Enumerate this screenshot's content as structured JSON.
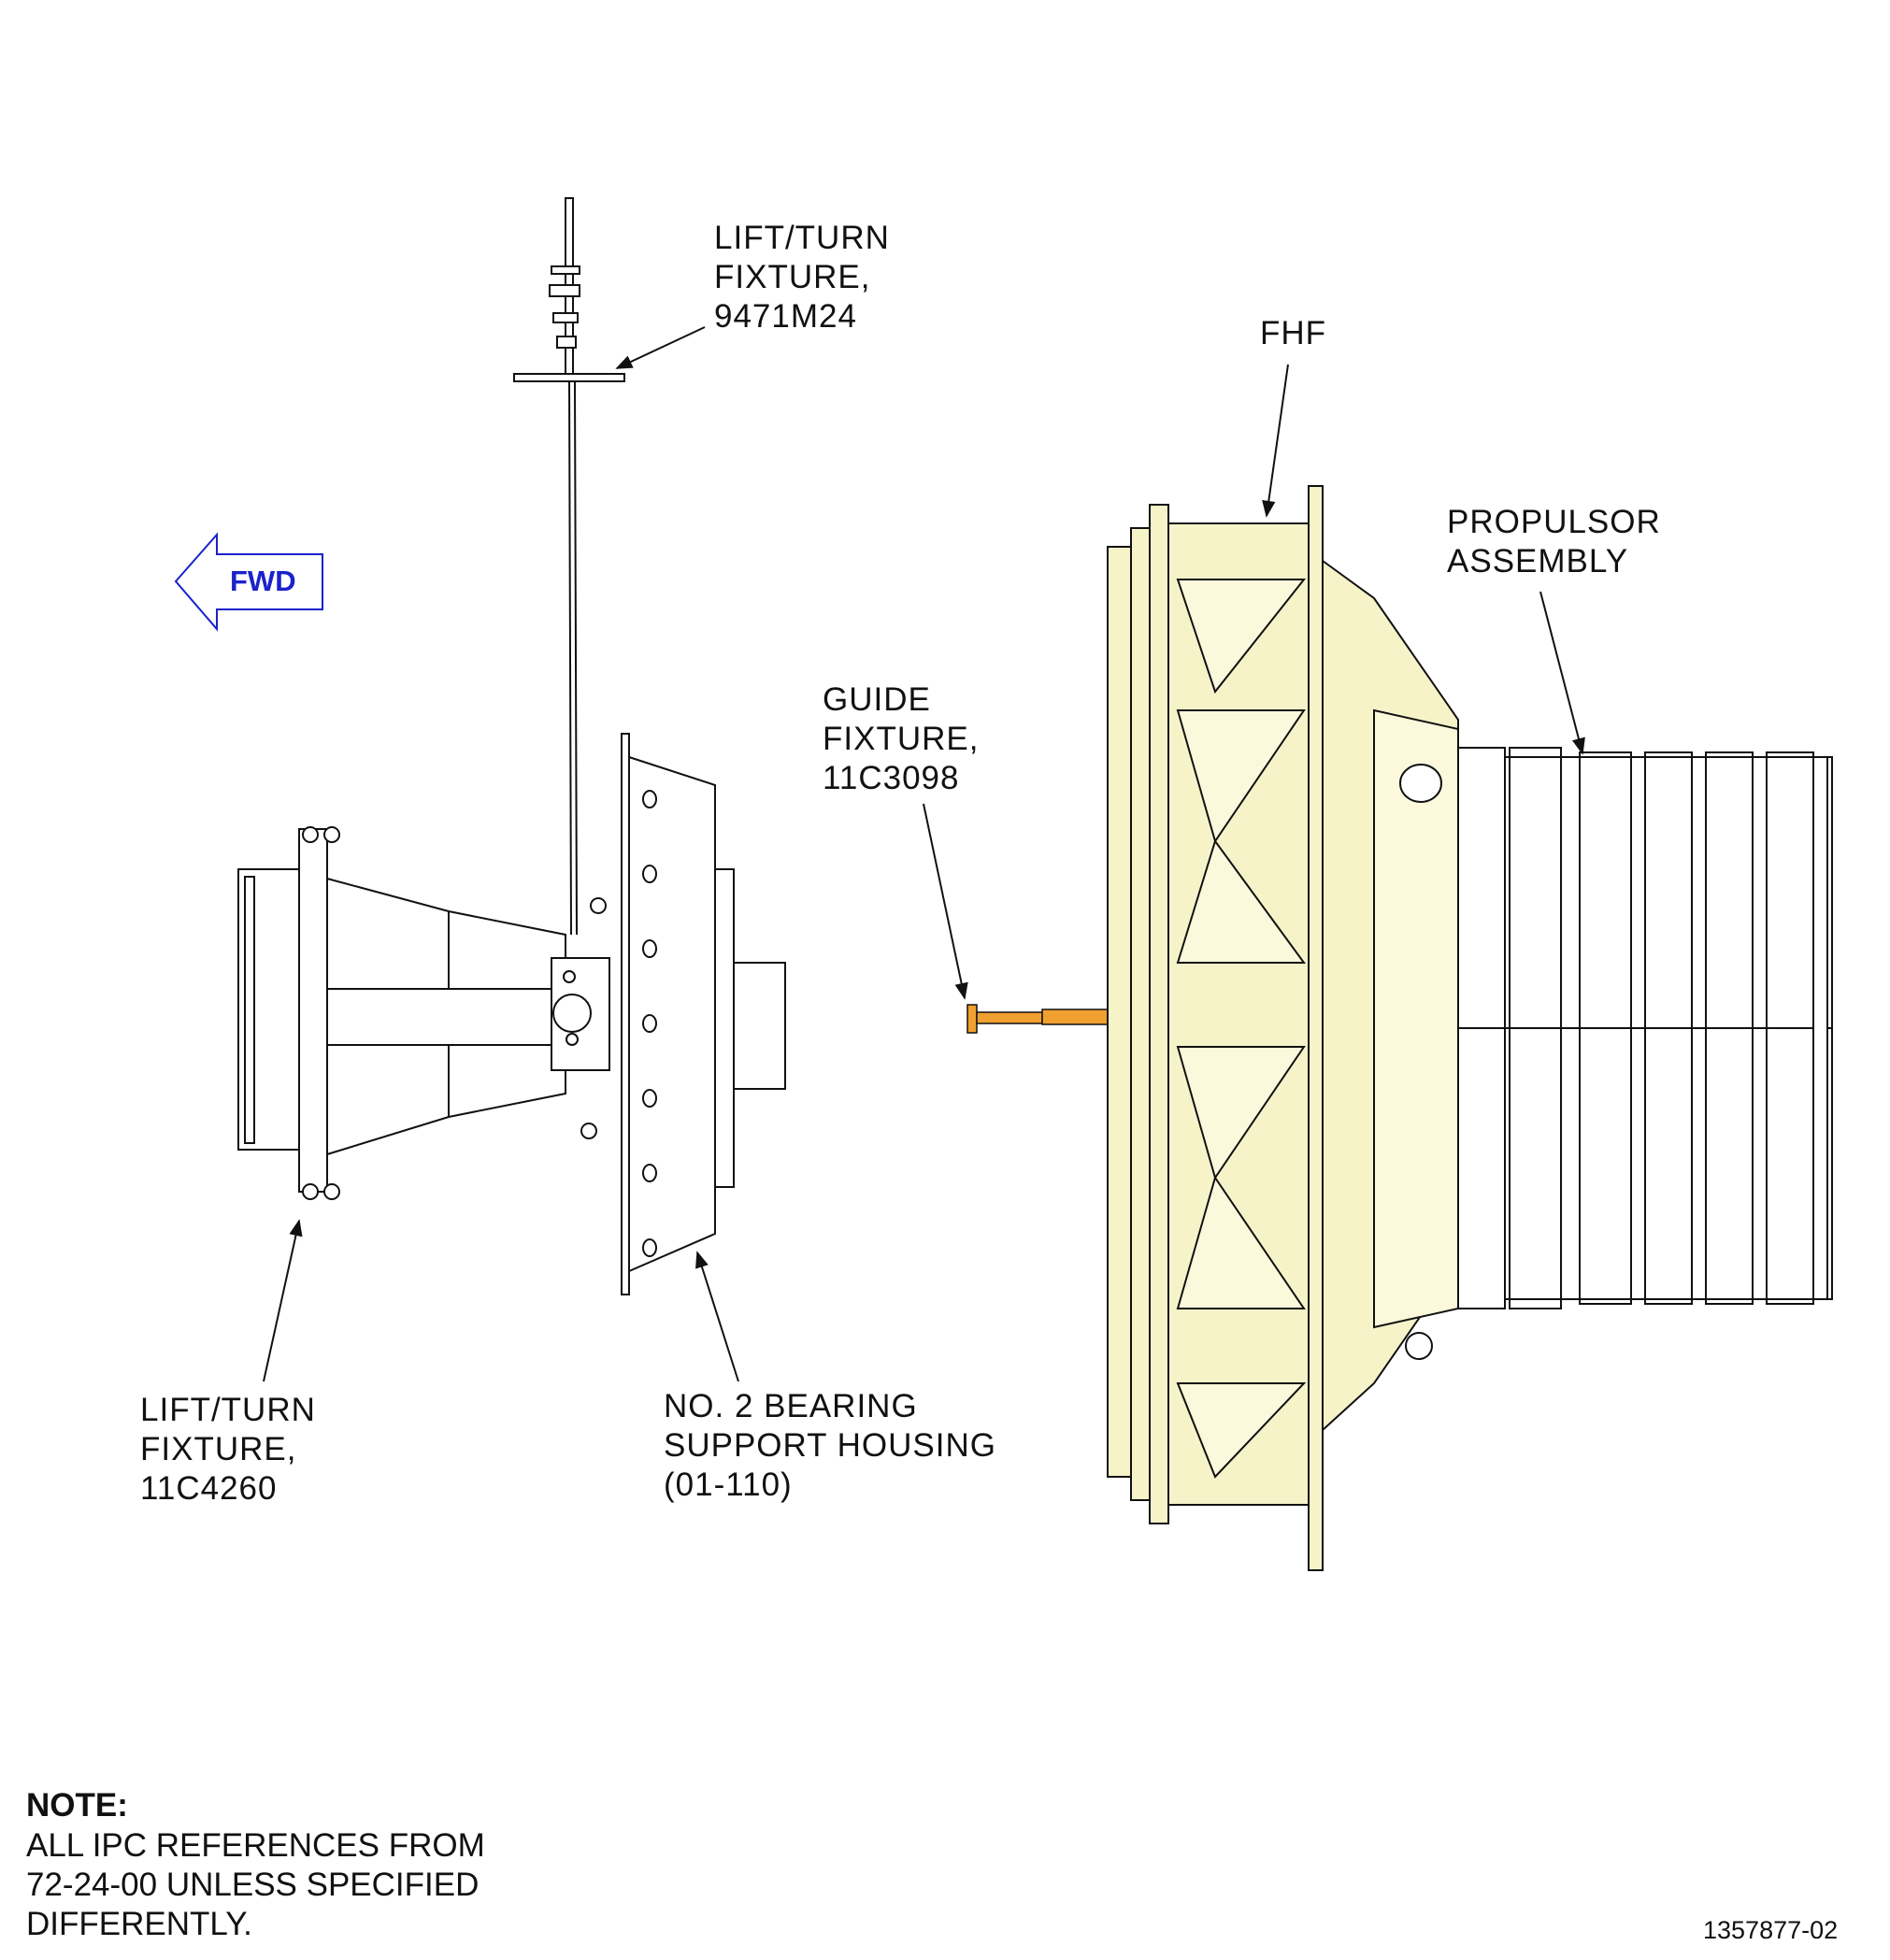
{
  "direction": {
    "label": "FWD"
  },
  "callouts": {
    "lift_turn_top": [
      "LIFT/TURN",
      "FIXTURE,",
      "9471M24"
    ],
    "fhf": [
      "FHF"
    ],
    "propulsor": [
      "PROPULSOR",
      "ASSEMBLY"
    ],
    "guide_fixture": [
      "GUIDE",
      "FIXTURE,",
      "11C3098"
    ],
    "lift_turn_bottom": [
      "LIFT/TURN",
      "FIXTURE,",
      "11C4260"
    ],
    "bearing_housing": [
      "NO. 2 BEARING",
      "SUPPORT HOUSING",
      "(01-110)"
    ]
  },
  "note": {
    "title": "NOTE:",
    "lines": [
      "ALL IPC REFERENCES FROM",
      "72-24-00 UNLESS SPECIFIED",
      "DIFFERENTLY."
    ]
  },
  "figure_number": "1357877-02",
  "colors": {
    "fhf_fill": "#f7f3c9",
    "guide_fixture": "#f0a030",
    "fwd_arrow": "#1a22cc",
    "line": "#111111"
  }
}
